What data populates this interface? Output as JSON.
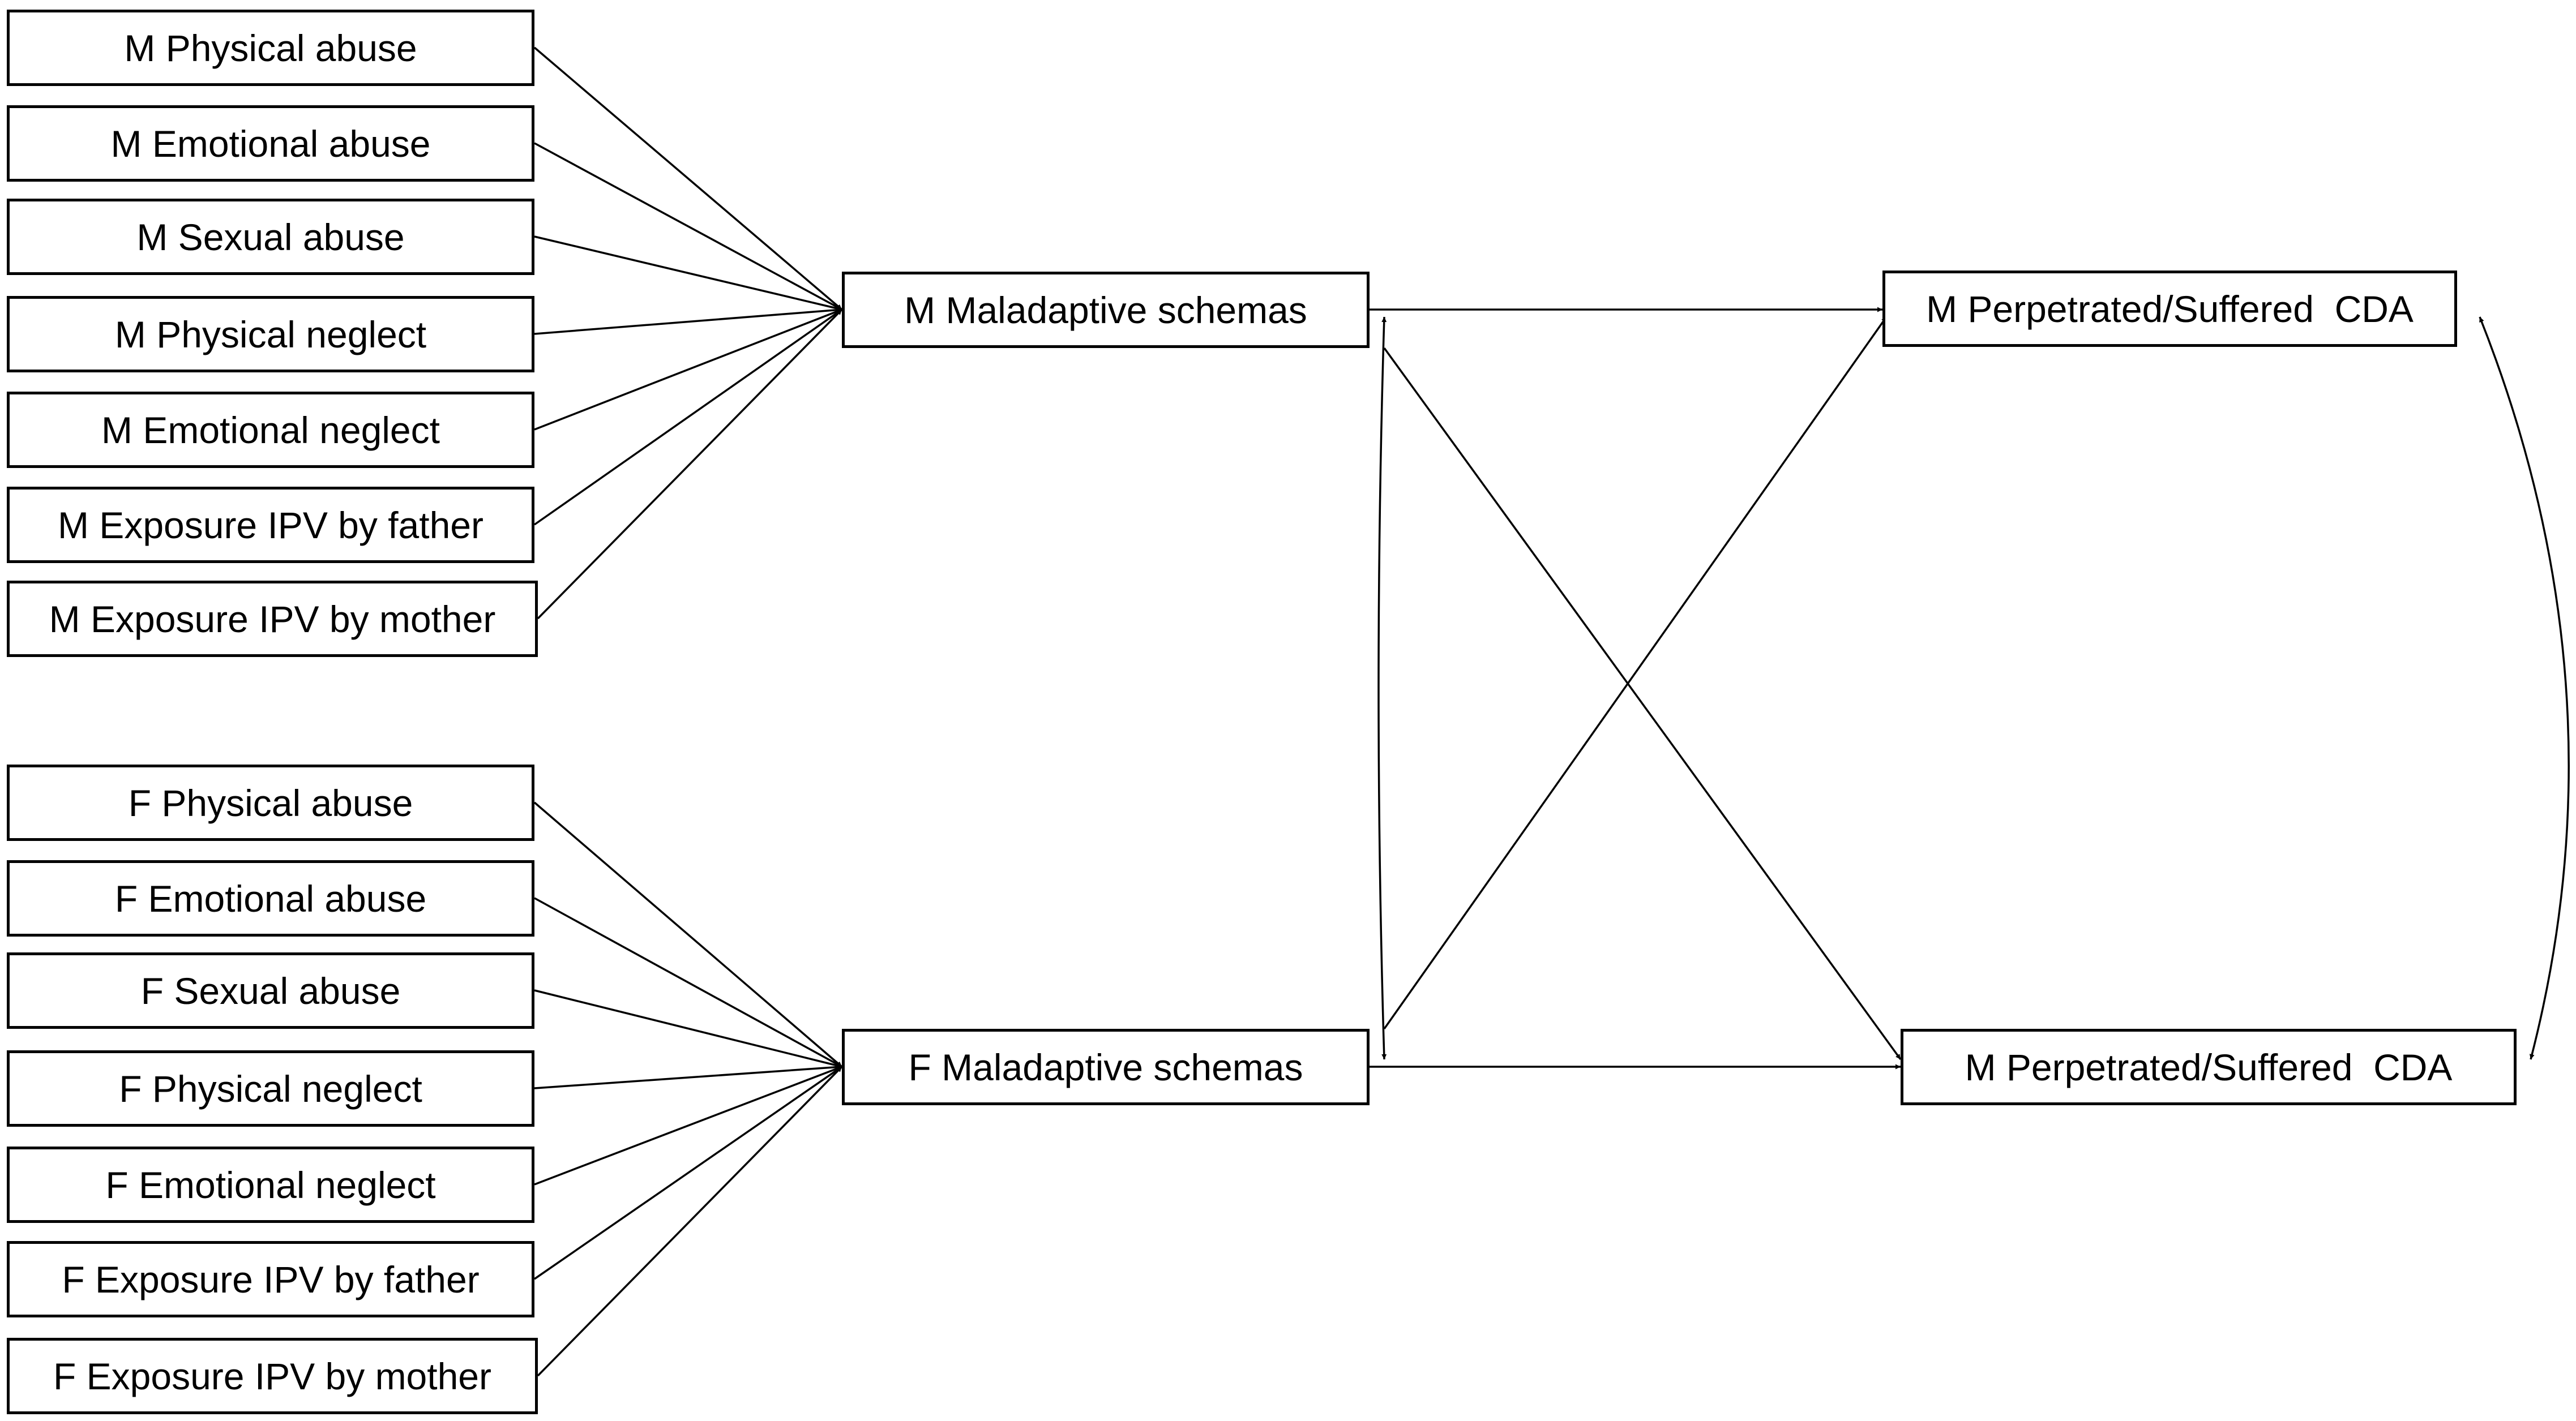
{
  "predictors_m": [
    "M Physical abuse",
    "M Emotional abuse",
    "M Sexual abuse",
    "M Physical neglect",
    "M Emotional neglect",
    "M Exposure IPV by father",
    "M Exposure IPV by mother"
  ],
  "predictors_f": [
    "F Physical abuse",
    "F Emotional abuse",
    "F Sexual abuse",
    "F Physical neglect",
    "F Emotional neglect",
    "F Exposure IPV by father",
    "F Exposure IPV by mother"
  ],
  "mediators": {
    "m": "M Maladaptive schemas",
    "f": "F Maladaptive schemas"
  },
  "outcomes": {
    "top": "M Perpetrated/Suffered  CDA",
    "bottom": "M Perpetrated/Suffered  CDA"
  }
}
